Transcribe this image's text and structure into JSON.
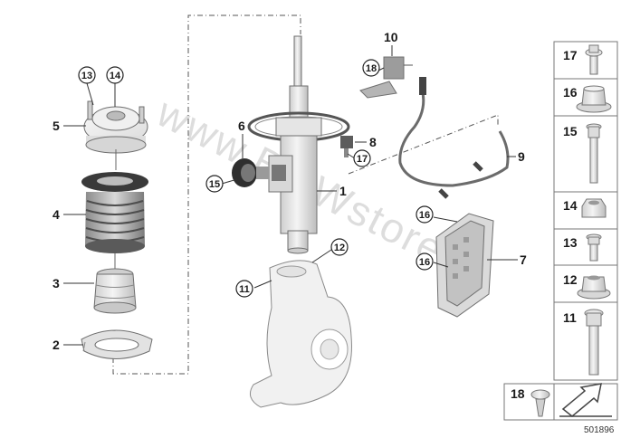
{
  "diagram_number": "501896",
  "watermark": "www.BMWstore.pl",
  "callouts": {
    "c1": "1",
    "c2": "2",
    "c3": "3",
    "c4": "4",
    "c5": "5",
    "c6": "6",
    "c7": "7",
    "c8": "8",
    "c9": "9",
    "c10": "10",
    "c11": "11",
    "c12": "12",
    "c13": "13",
    "c14": "14",
    "c15": "15",
    "c16": "16",
    "c17": "17",
    "c18": "18"
  },
  "side_panel": [
    {
      "label": "17",
      "icon": "bolt-with-flange-icon"
    },
    {
      "label": "16",
      "icon": "collar-nut-icon"
    },
    {
      "label": "15",
      "icon": "long-bolt-icon"
    },
    {
      "label": "14",
      "icon": "hex-nut-icon"
    },
    {
      "label": "13",
      "icon": "short-bolt-icon"
    },
    {
      "label": "12",
      "icon": "flange-nut-icon"
    },
    {
      "label": "11",
      "icon": "hex-head-bolt-icon"
    }
  ],
  "bottom_panel": {
    "label": "18",
    "icon": "torx-screw-icon"
  },
  "colors": {
    "part_fill": "#e9e9e9",
    "part_stroke": "#6f6f6f",
    "dark": "#2b2b2b",
    "label": "#1a1a1a"
  }
}
